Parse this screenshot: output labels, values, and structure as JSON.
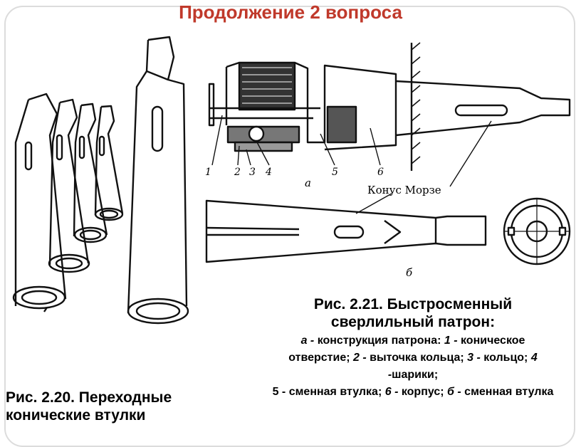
{
  "title": "Продолжение 2 вопроса",
  "figure_left": {
    "caption_line1": "Рис. 2.20. Переходные",
    "caption_line2": "конические втулки"
  },
  "figure_right": {
    "caption_head": "Рис. 2.21. Быстросменный сверлильный патрон:",
    "items": [
      {
        "key": "а -",
        "text": " конструкция патрона: "
      },
      {
        "key": "1 -",
        "text": " коническое отверстие; "
      },
      {
        "key": "2 -",
        "text": " выточка кольца; "
      },
      {
        "key": "3 -",
        "text": " кольцо; "
      },
      {
        "key": "4 -",
        "text": "шарики; "
      },
      {
        "key": "5 -",
        "text": " сменная втулка; "
      },
      {
        "key": "6 -",
        "text": " корпус; "
      },
      {
        "key": "б -",
        "text": " сменная втулка"
      }
    ]
  },
  "drawing_labels": {
    "n1": "1",
    "n2": "2",
    "n3": "3",
    "n4": "4",
    "n5": "5",
    "n6": "6",
    "view_a": "а",
    "view_b": "б",
    "morse": "Конус Морзе"
  }
}
